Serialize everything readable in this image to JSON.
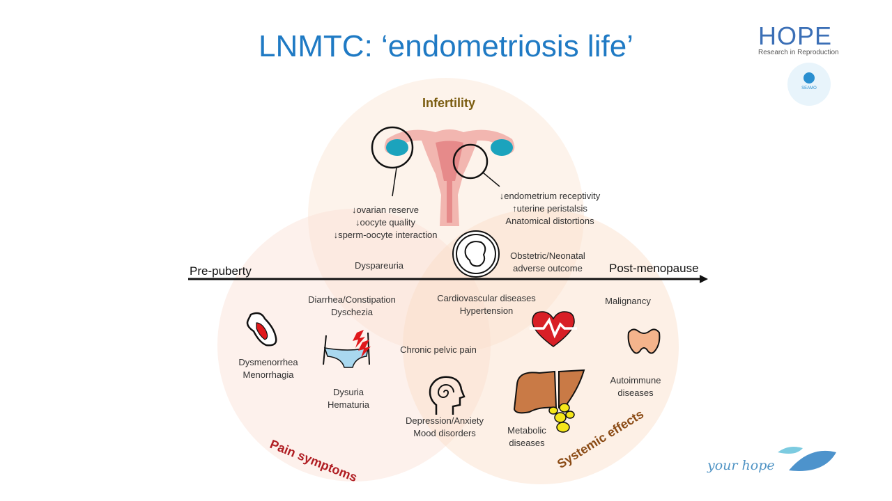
{
  "slide": {
    "title": "LNMTC: ‘endometriosis life’"
  },
  "logos": {
    "hope_title": "HOPE",
    "hope_subtitle": "Research in Reproduction",
    "seamo_label": "SEAMO",
    "footer_text": "your hope"
  },
  "timeline": {
    "start_label": "Pre-puberty",
    "end_label": "Post-menopause"
  },
  "groups": {
    "infertility": {
      "title": "Infertility",
      "color": "#7a5c10"
    },
    "pain": {
      "title": "Pain symptoms",
      "color": "#b01e23"
    },
    "systemic": {
      "title": "Systemic effects",
      "color": "#8a4a14"
    }
  },
  "labels": {
    "ovarian": [
      "↓ovarian reserve",
      "↓oocyte quality",
      "↓sperm-oocyte interaction"
    ],
    "endometrium": [
      "↓endometrium receptivity",
      "↑uterine peristalsis",
      "Anatomical distortions"
    ],
    "obstetric": [
      "Obstetric/Neonatal",
      "adverse outcome"
    ],
    "dyspareuria": "Dyspareuria",
    "diarrhea": [
      "Diarrhea/Constipation",
      "Dyschezia"
    ],
    "cardio": [
      "Cardiovascular diseases",
      "Hypertension"
    ],
    "malignancy": "Malignancy",
    "dysmenorrhea": [
      "Dysmenorrhea",
      "Menorrhagia"
    ],
    "chronic_pain": "Chronic pelvic pain",
    "dysuria": [
      "Dysuria",
      "Hematuria"
    ],
    "depression": [
      "Depression/Anxiety",
      "Mood disorders"
    ],
    "metabolic": [
      "Metabolic",
      "diseases"
    ],
    "autoimmune": [
      "Autoimmune",
      "diseases"
    ]
  }
}
